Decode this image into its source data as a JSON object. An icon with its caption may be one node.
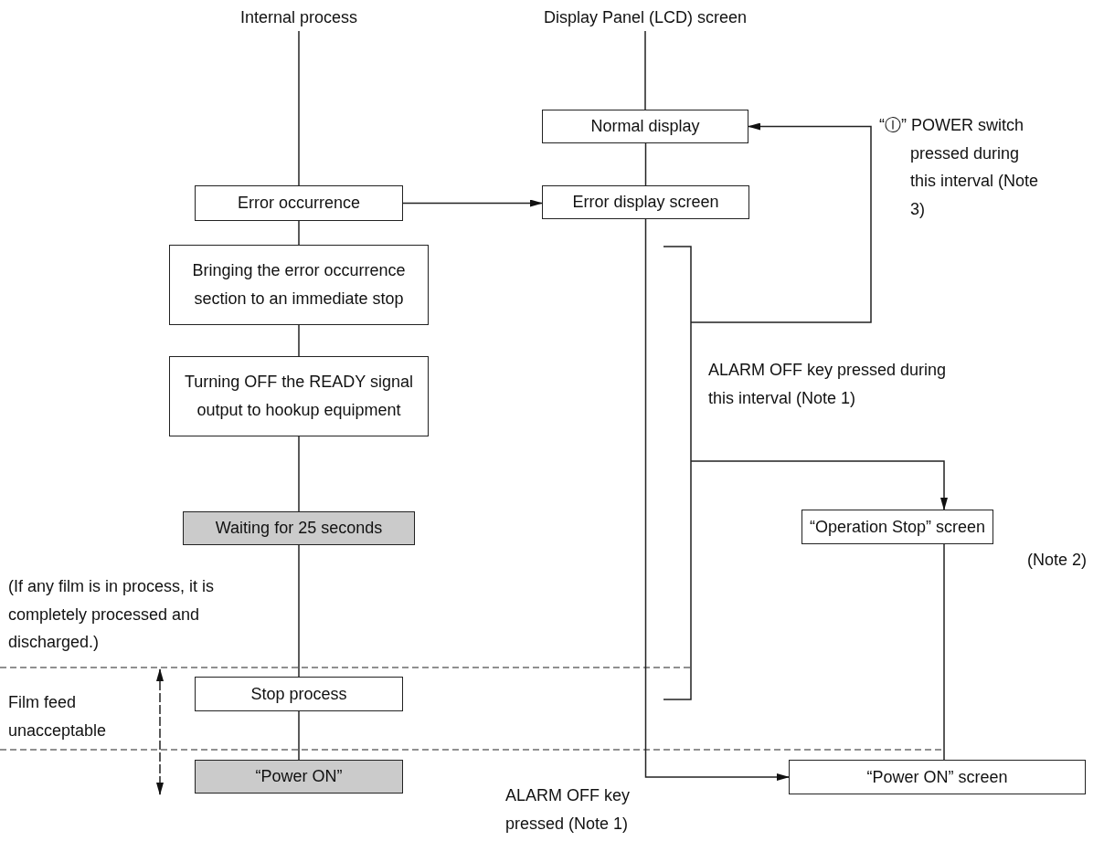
{
  "diagram": {
    "nodes": [
      {
        "text": [
          "Internal process"
        ]
      },
      {
        "text": [
          "Display Panel (LCD) screen"
        ]
      },
      {
        "text": [
          "Normal display"
        ]
      },
      {
        "text": [
          "Error occurrence"
        ]
      },
      {
        "text": [
          "Error display screen"
        ]
      },
      {
        "text": [
          "Bringing the error occurrence section to an immediate stop"
        ]
      },
      {
        "text": [
          "Turning OFF the READY signal output to hookup equipment"
        ]
      },
      {
        "text": [
          "Waiting for 25 seconds"
        ]
      },
      {
        "text": [
          "Stop process"
        ]
      },
      {
        "text": [
          "“Power ON”"
        ]
      },
      {
        "text": [
          "“Operation Stop” screen"
        ],
        "beside": [
          "(Note 2)"
        ]
      },
      {
        "text": [
          "“Power ON” screen"
        ]
      },
      {
        "text": [],
        "shape": "bracket"
      }
    ],
    "edges": [
      {
        "from": 0,
        "to": 3,
        "arrow": "none"
      },
      {
        "from": 3,
        "to": 5,
        "arrow": "none"
      },
      {
        "from": 5,
        "to": 6,
        "arrow": "none"
      },
      {
        "from": 6,
        "to": 7,
        "arrow": "none"
      },
      {
        "from": 7,
        "to": 8,
        "arrow": "none"
      },
      {
        "from": 8,
        "to": 9,
        "arrow": "none"
      },
      {
        "from": 1,
        "to": 2,
        "arrow": "none"
      },
      {
        "from": 2,
        "to": 4,
        "arrow": "none"
      },
      {
        "from": 4,
        "to": 11,
        "arrow": "to"
      },
      {
        "from": 3,
        "to": 4,
        "arrow": "to"
      },
      {
        "from": 12,
        "to": 2,
        "arrow": "to"
      },
      {
        "from": 12,
        "to": 10,
        "arrow": "to"
      },
      {
        "from": 10,
        "to": 11,
        "arrow": "none"
      }
    ],
    "labels": [
      "“Ⓘ” POWER switch pressed during this interval (Note 3)",
      "ALARM OFF key pressed during this interval (Note 1)",
      "(If any film is in process, it is completely processed and discharged.)",
      "Film feed unacceptable",
      "ALARM OFF key pressed (Note 1)"
    ]
  }
}
